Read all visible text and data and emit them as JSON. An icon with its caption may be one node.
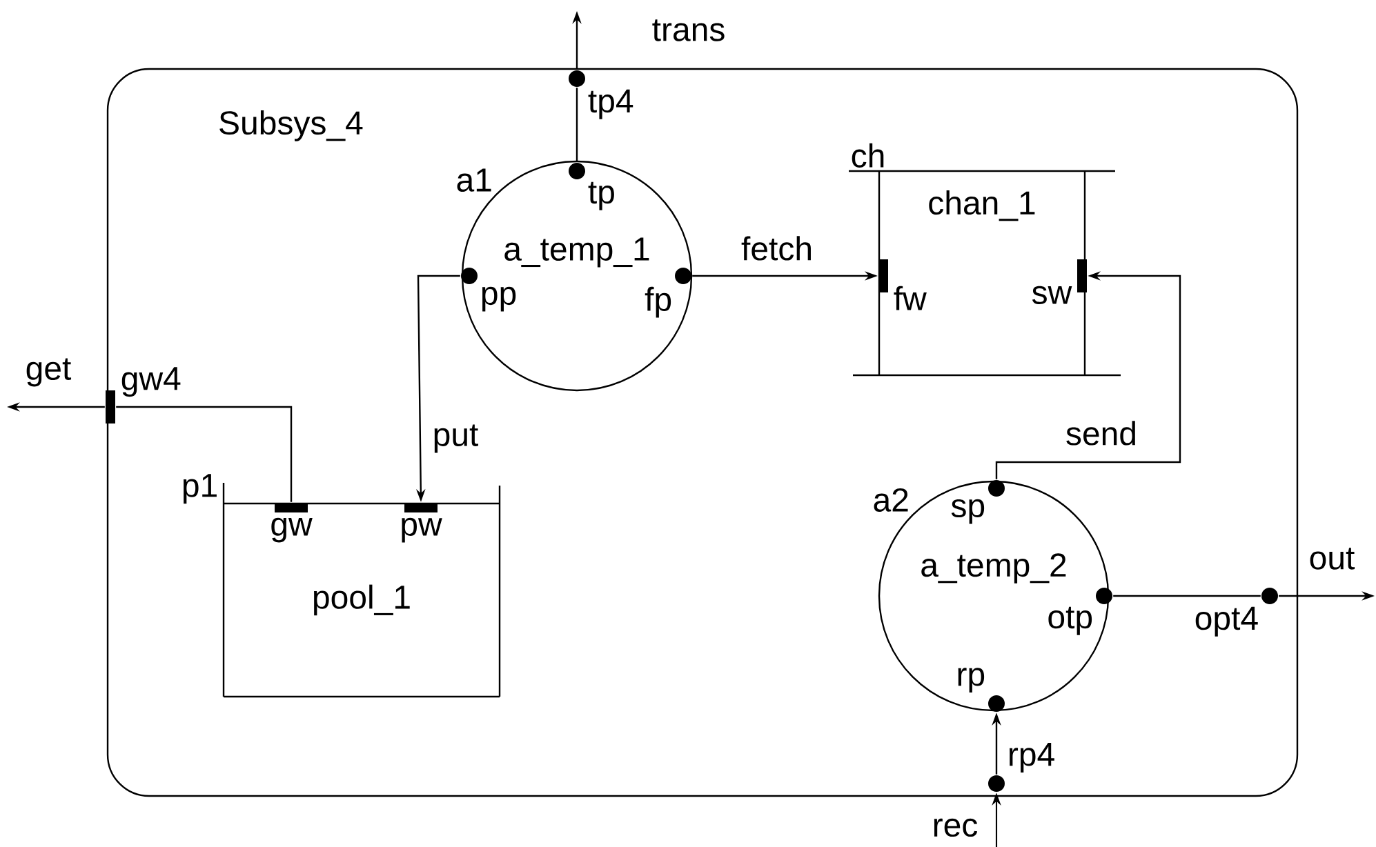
{
  "diagram": {
    "nodes": [
      {
        "text": [
          "Subsys_4"
        ]
      },
      {
        "text": [
          "tp4"
        ],
        "in": 0
      },
      {
        "text": [
          "a1",
          "a_temp_1"
        ],
        "in": 0
      },
      {
        "text": [
          "tp"
        ],
        "in": 2
      },
      {
        "text": [
          "pp"
        ],
        "in": 2
      },
      {
        "text": [
          "fp"
        ],
        "in": 2
      },
      {
        "text": [
          "ch",
          "chan_1"
        ],
        "in": 0
      },
      {
        "text": [
          "fw"
        ],
        "in": 6
      },
      {
        "text": [
          "sw"
        ],
        "in": 6
      },
      {
        "text": [
          "gw4"
        ],
        "in": 0
      },
      {
        "text": [
          "p1",
          "pool_1"
        ],
        "in": 0
      },
      {
        "text": [
          "gw"
        ],
        "in": 10
      },
      {
        "text": [
          "pw"
        ],
        "in": 10
      },
      {
        "text": [
          "a2",
          "a_temp_2"
        ],
        "in": 0
      },
      {
        "text": [
          "sp"
        ],
        "in": 13
      },
      {
        "text": [
          "otp"
        ],
        "in": 13
      },
      {
        "text": [
          "rp"
        ],
        "in": 13
      },
      {
        "text": [
          "opt4"
        ],
        "in": 0
      },
      {
        "text": [
          "rp4"
        ],
        "in": 0
      }
    ],
    "edges": [
      {
        "from": 1,
        "to": null,
        "arrow": "to",
        "label": "trans"
      },
      {
        "from": 3,
        "to": 1,
        "arrow": "none"
      },
      {
        "from": 4,
        "to": 12,
        "arrow": "to",
        "label": "put"
      },
      {
        "from": 5,
        "to": 7,
        "arrow": "to",
        "label": "fetch"
      },
      {
        "from": 14,
        "to": 8,
        "arrow": "to",
        "label": "send"
      },
      {
        "from": 11,
        "to": 9,
        "arrow": "none"
      },
      {
        "from": 9,
        "to": null,
        "arrow": "to",
        "label": "get"
      },
      {
        "from": 15,
        "to": 17,
        "arrow": "none"
      },
      {
        "from": 17,
        "to": null,
        "arrow": "to",
        "label": "out"
      },
      {
        "from": 18,
        "to": 16,
        "arrow": "to"
      },
      {
        "from": null,
        "to": 18,
        "arrow": "to",
        "label": "rec"
      }
    ]
  }
}
